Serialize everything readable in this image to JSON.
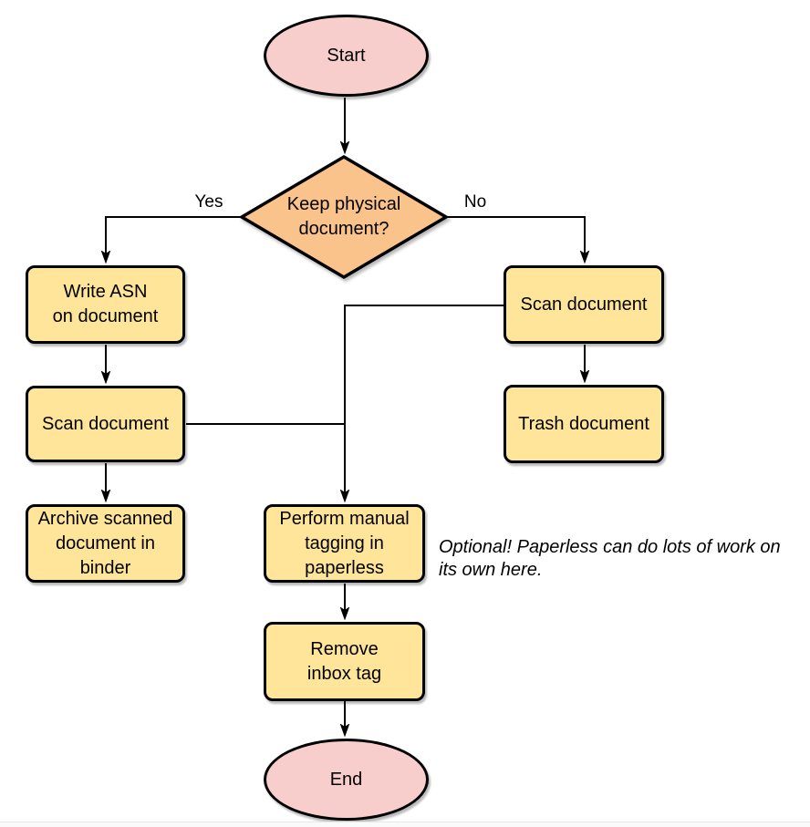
{
  "diagram": {
    "nodes": {
      "start": {
        "label": "Start"
      },
      "decision": {
        "label": "Keep physical\ndocument?"
      },
      "write_asn": {
        "label": "Write ASN\non document"
      },
      "scan_left": {
        "label": "Scan document"
      },
      "archive": {
        "label": "Archive scanned\ndocument in\nbinder"
      },
      "scan_right": {
        "label": "Scan document"
      },
      "trash": {
        "label": "Trash document"
      },
      "tagging": {
        "label": "Perform manual\ntagging in\npaperless"
      },
      "remove_inbox": {
        "label": "Remove\ninbox tag"
      },
      "end": {
        "label": "End"
      }
    },
    "edge_labels": {
      "yes": "Yes",
      "no": "No"
    },
    "annotation": "Optional! Paperless can do lots of work on\nits own here.",
    "colors": {
      "terminator_fill": "#F8CECC",
      "decision_fill": "#F9C38B",
      "process_fill": "#FFE599",
      "stroke": "#000000"
    }
  }
}
